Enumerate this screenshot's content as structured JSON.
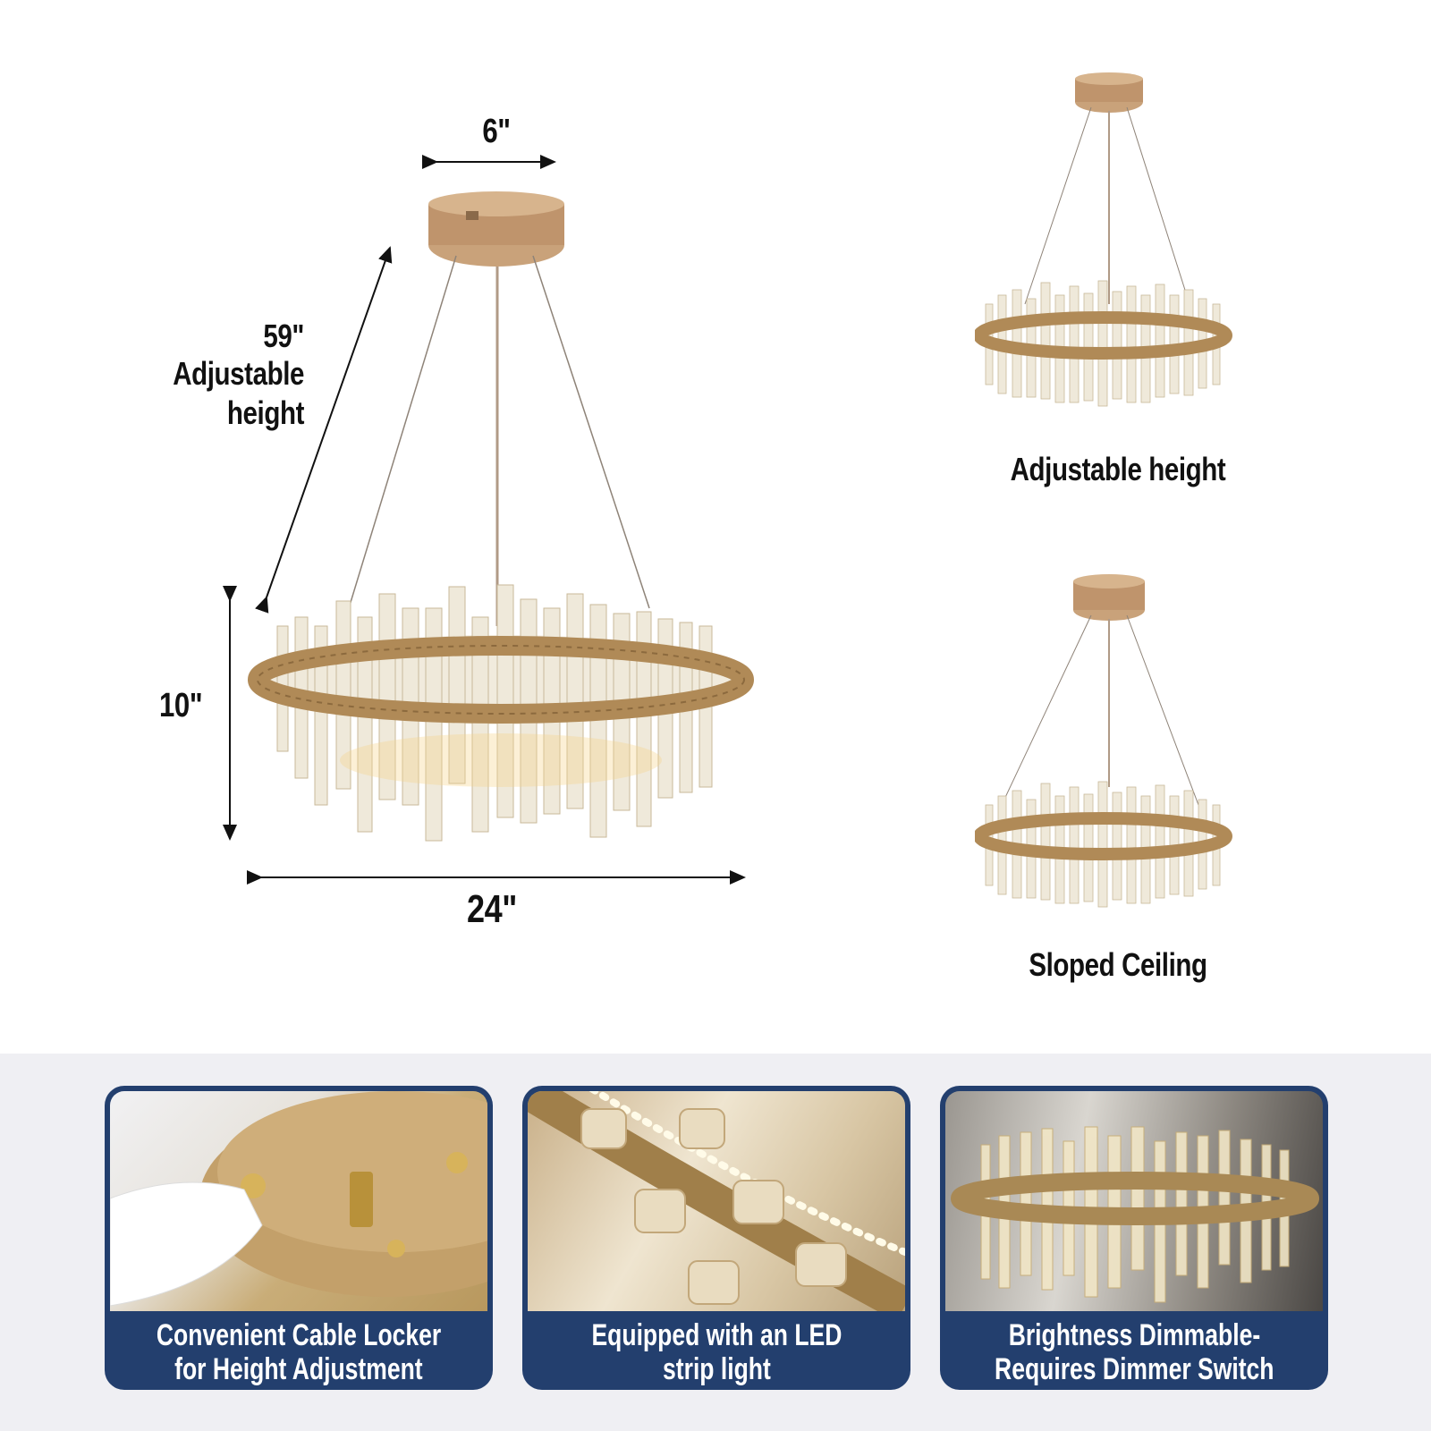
{
  "colors": {
    "background": "#ffffff",
    "bottom_band": "#efeff3",
    "card_navy": "#233f6e",
    "gold": "#c8a26a",
    "text": "#111111"
  },
  "main_diagram": {
    "canopy_width": "6\"",
    "cable_length_value": "59\"",
    "cable_length_line1": "Adjustable",
    "cable_length_line2": "height",
    "fixture_height": "10\"",
    "fixture_width": "24\""
  },
  "side_images": [
    {
      "caption": "Adjustable height"
    },
    {
      "caption": "Sloped Ceiling"
    }
  ],
  "feature_cards": [
    {
      "line1": "Convenient Cable Locker",
      "line2": "for Height Adjustment"
    },
    {
      "line1": "Equipped with an LED",
      "line2": "strip light"
    },
    {
      "line1": "Brightness Dimmable-",
      "line2": "Requires Dimmer Switch"
    }
  ]
}
